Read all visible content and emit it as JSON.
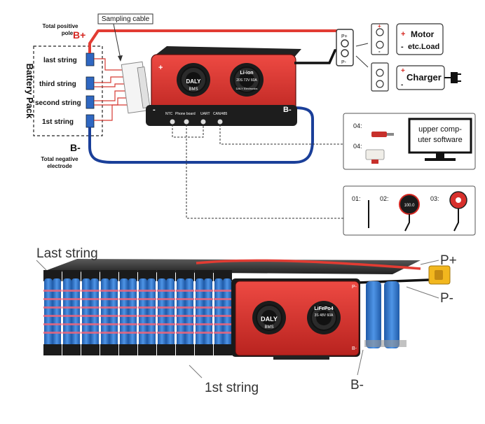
{
  "top": {
    "battery_pack": "Battery Pack",
    "total_positive_line1": "Total positive",
    "total_positive_line2": "pole",
    "b_plus": "B+",
    "b_minus": "B-",
    "total_negative_line1": "Total negative",
    "total_negative_line2": "electrode",
    "strings": [
      "last string",
      "third string",
      "second string",
      "1st string"
    ],
    "sampling_cable": "Sampling cable",
    "bms": {
      "plus": "+",
      "minus": "-",
      "p_minus": "P-",
      "b_minus": "B-",
      "brand": "DALY",
      "badge": "BMS",
      "chem": "Li-ion",
      "spec": "20S 72V 60A",
      "maker": "DALY Electronics",
      "ports": [
        "NTC",
        "Phone board",
        "UART",
        "CAN/485"
      ]
    },
    "p_plus_term": "P+",
    "p_minus_term": "P-",
    "motor_line1": "Motor",
    "motor_line2": "etc.Load",
    "charger": "Charger",
    "plus_sign": "+",
    "minus_sign": "-",
    "comm_box": {
      "label_a": "04:",
      "label_b": "04:",
      "software_line1": "upper comp-",
      "software_line2": "uter software"
    },
    "acc_box": {
      "item1": "01:",
      "item2": "02:",
      "item3": "03:",
      "display": "100.0"
    }
  },
  "bottom": {
    "last_string": "Last string",
    "first_string": "1st string",
    "p_plus": "P+",
    "p_minus": "P-",
    "b_minus": "B-",
    "bms": {
      "brand": "DALY",
      "badge": "BMS",
      "chem": "LiFePo4",
      "spec": "3S 48V 60A",
      "p_minus": "P-",
      "b_minus": "B-"
    }
  },
  "colors": {
    "red_wire": "#e23c33",
    "blue_wire": "#1a3f99",
    "bms_red": "#d8302c",
    "cell_blue": "#2f74c9",
    "connector_yellow": "#f2b71e"
  }
}
